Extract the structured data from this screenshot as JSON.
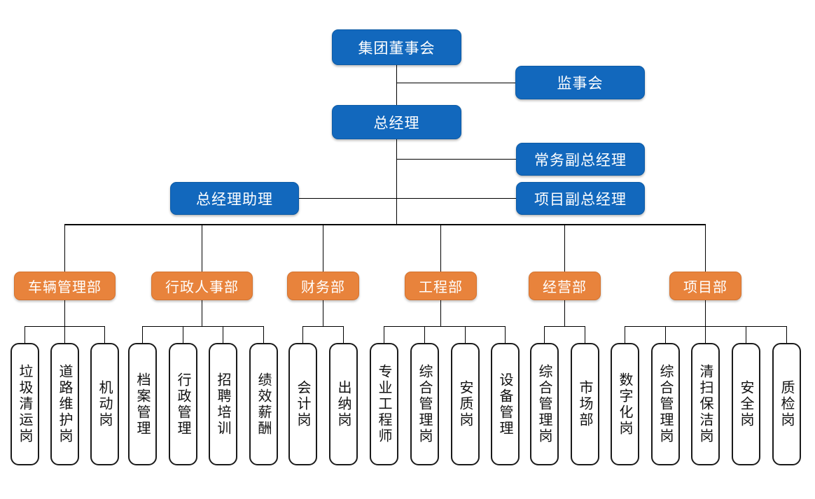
{
  "chart": {
    "type": "org-chart",
    "title": "",
    "palette": {
      "executive_blue": "#1268bd",
      "department_orange": "#e8833c",
      "leaf_border": "#1a1a1a",
      "leaf_fill": "#ffffff",
      "connector": "#000000",
      "canvas": "#ffffff"
    },
    "levels": [
      "board",
      "general-manager",
      "assistants-and-deputies",
      "departments",
      "positions"
    ]
  },
  "executive": {
    "board": {
      "label": "集团董事会"
    },
    "supervisory_board": {
      "label": "监事会"
    },
    "general_manager": {
      "label": "总经理"
    },
    "executive_deputy_gm": {
      "label": "常务副总经理"
    },
    "project_deputy_gm": {
      "label": "项目副总经理"
    },
    "gm_assistant": {
      "label": "总经理助理"
    }
  },
  "departments": [
    {
      "label": "车辆管理部",
      "positions": [
        {
          "label": "垃圾清运岗"
        },
        {
          "label": "道路维护岗"
        },
        {
          "label": "机动岗"
        }
      ]
    },
    {
      "label": "行政人事部",
      "positions": [
        {
          "label": "档案管理"
        },
        {
          "label": "行政管理"
        },
        {
          "label": "招聘培训"
        },
        {
          "label": "绩效薪酬"
        }
      ]
    },
    {
      "label": "财务部",
      "positions": [
        {
          "label": "会计岗"
        },
        {
          "label": "出纳岗"
        }
      ]
    },
    {
      "label": "工程部",
      "positions": [
        {
          "label": "专业工程师"
        },
        {
          "label": "综合管理岗"
        },
        {
          "label": "安质岗"
        },
        {
          "label": "设备管理"
        }
      ]
    },
    {
      "label": "经营部",
      "positions": [
        {
          "label": "综合管理岗"
        },
        {
          "label": "市场部"
        }
      ]
    },
    {
      "label": "项目部",
      "positions": [
        {
          "label": "数字化岗"
        },
        {
          "label": "综合管理岗"
        },
        {
          "label": "清扫保洁岗"
        },
        {
          "label": "安全岗"
        },
        {
          "label": "质检岗"
        }
      ]
    }
  ]
}
